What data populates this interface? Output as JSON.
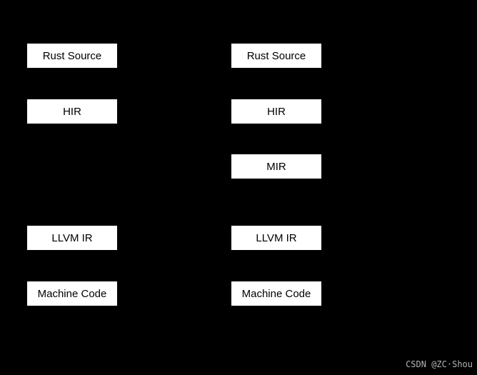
{
  "colors": {
    "background": "#000000",
    "node_fill": "#ffffff",
    "node_text": "#000000",
    "watermark_text": "#b3b3b3"
  },
  "diagram": {
    "left_pipeline": {
      "boxes": [
        "Rust Source",
        "HIR",
        "LLVM IR",
        "Machine Code"
      ]
    },
    "right_pipeline": {
      "boxes": [
        "Rust Source",
        "HIR",
        "MIR",
        "LLVM IR",
        "Machine Code"
      ]
    }
  },
  "watermark": {
    "text": "CSDN @ZC·Shou"
  }
}
